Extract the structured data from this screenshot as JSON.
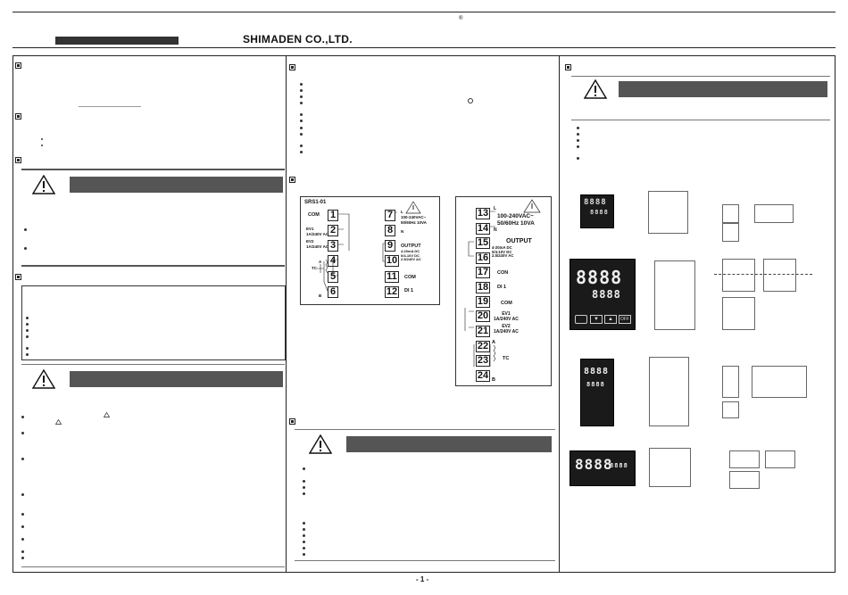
{
  "header": {
    "company": "SHIMADEN CO.,LTD."
  },
  "wiring": {
    "model": "SRS1-01",
    "small": {
      "labels": [
        "COM",
        "EV1\n1A/240V AC",
        "EV2\n1A/240V AC",
        "",
        "",
        ""
      ],
      "terminals_left": [
        "1",
        "2",
        "3",
        "4",
        "5",
        "6"
      ],
      "terminals_right": [
        "7",
        "8",
        "9",
        "10",
        "11",
        "12"
      ],
      "power": "100-240VAC~\n50/60Hz 10VA",
      "L": "L",
      "N": "N",
      "output": "OUTPUT",
      "output_spec": "4-20mA DC\n0/4-10V DC\n2.5/240V AC",
      "com": "COM",
      "di": "DI 1",
      "rtd_a": "A",
      "rtd_b": "B",
      "tc": "TC"
    },
    "large": {
      "terminals": [
        "13",
        "14",
        "15",
        "16",
        "17",
        "18",
        "19",
        "20",
        "21",
        "22",
        "23",
        "24"
      ],
      "L": "L",
      "N": "N",
      "power": "100-240VAC~\n50/60Hz 10VA",
      "output": "OUTPUT",
      "output_spec": "4-20mA DC\n0/4-10V DC\n2.5/240V AC",
      "con": "CON",
      "di": "DI 1",
      "com": "COM",
      "ev1": "EV1\n1A/240V AC",
      "ev2": "EV2\n1A/240V AC",
      "a": "A",
      "b": "B",
      "tc": "TC"
    }
  },
  "front_panels": {
    "digits_pv": "8888",
    "digits_sv": "8888",
    "keys": [
      "▼",
      "▲",
      "OFF"
    ]
  },
  "footer": {
    "page_mark": "- 1 -"
  }
}
